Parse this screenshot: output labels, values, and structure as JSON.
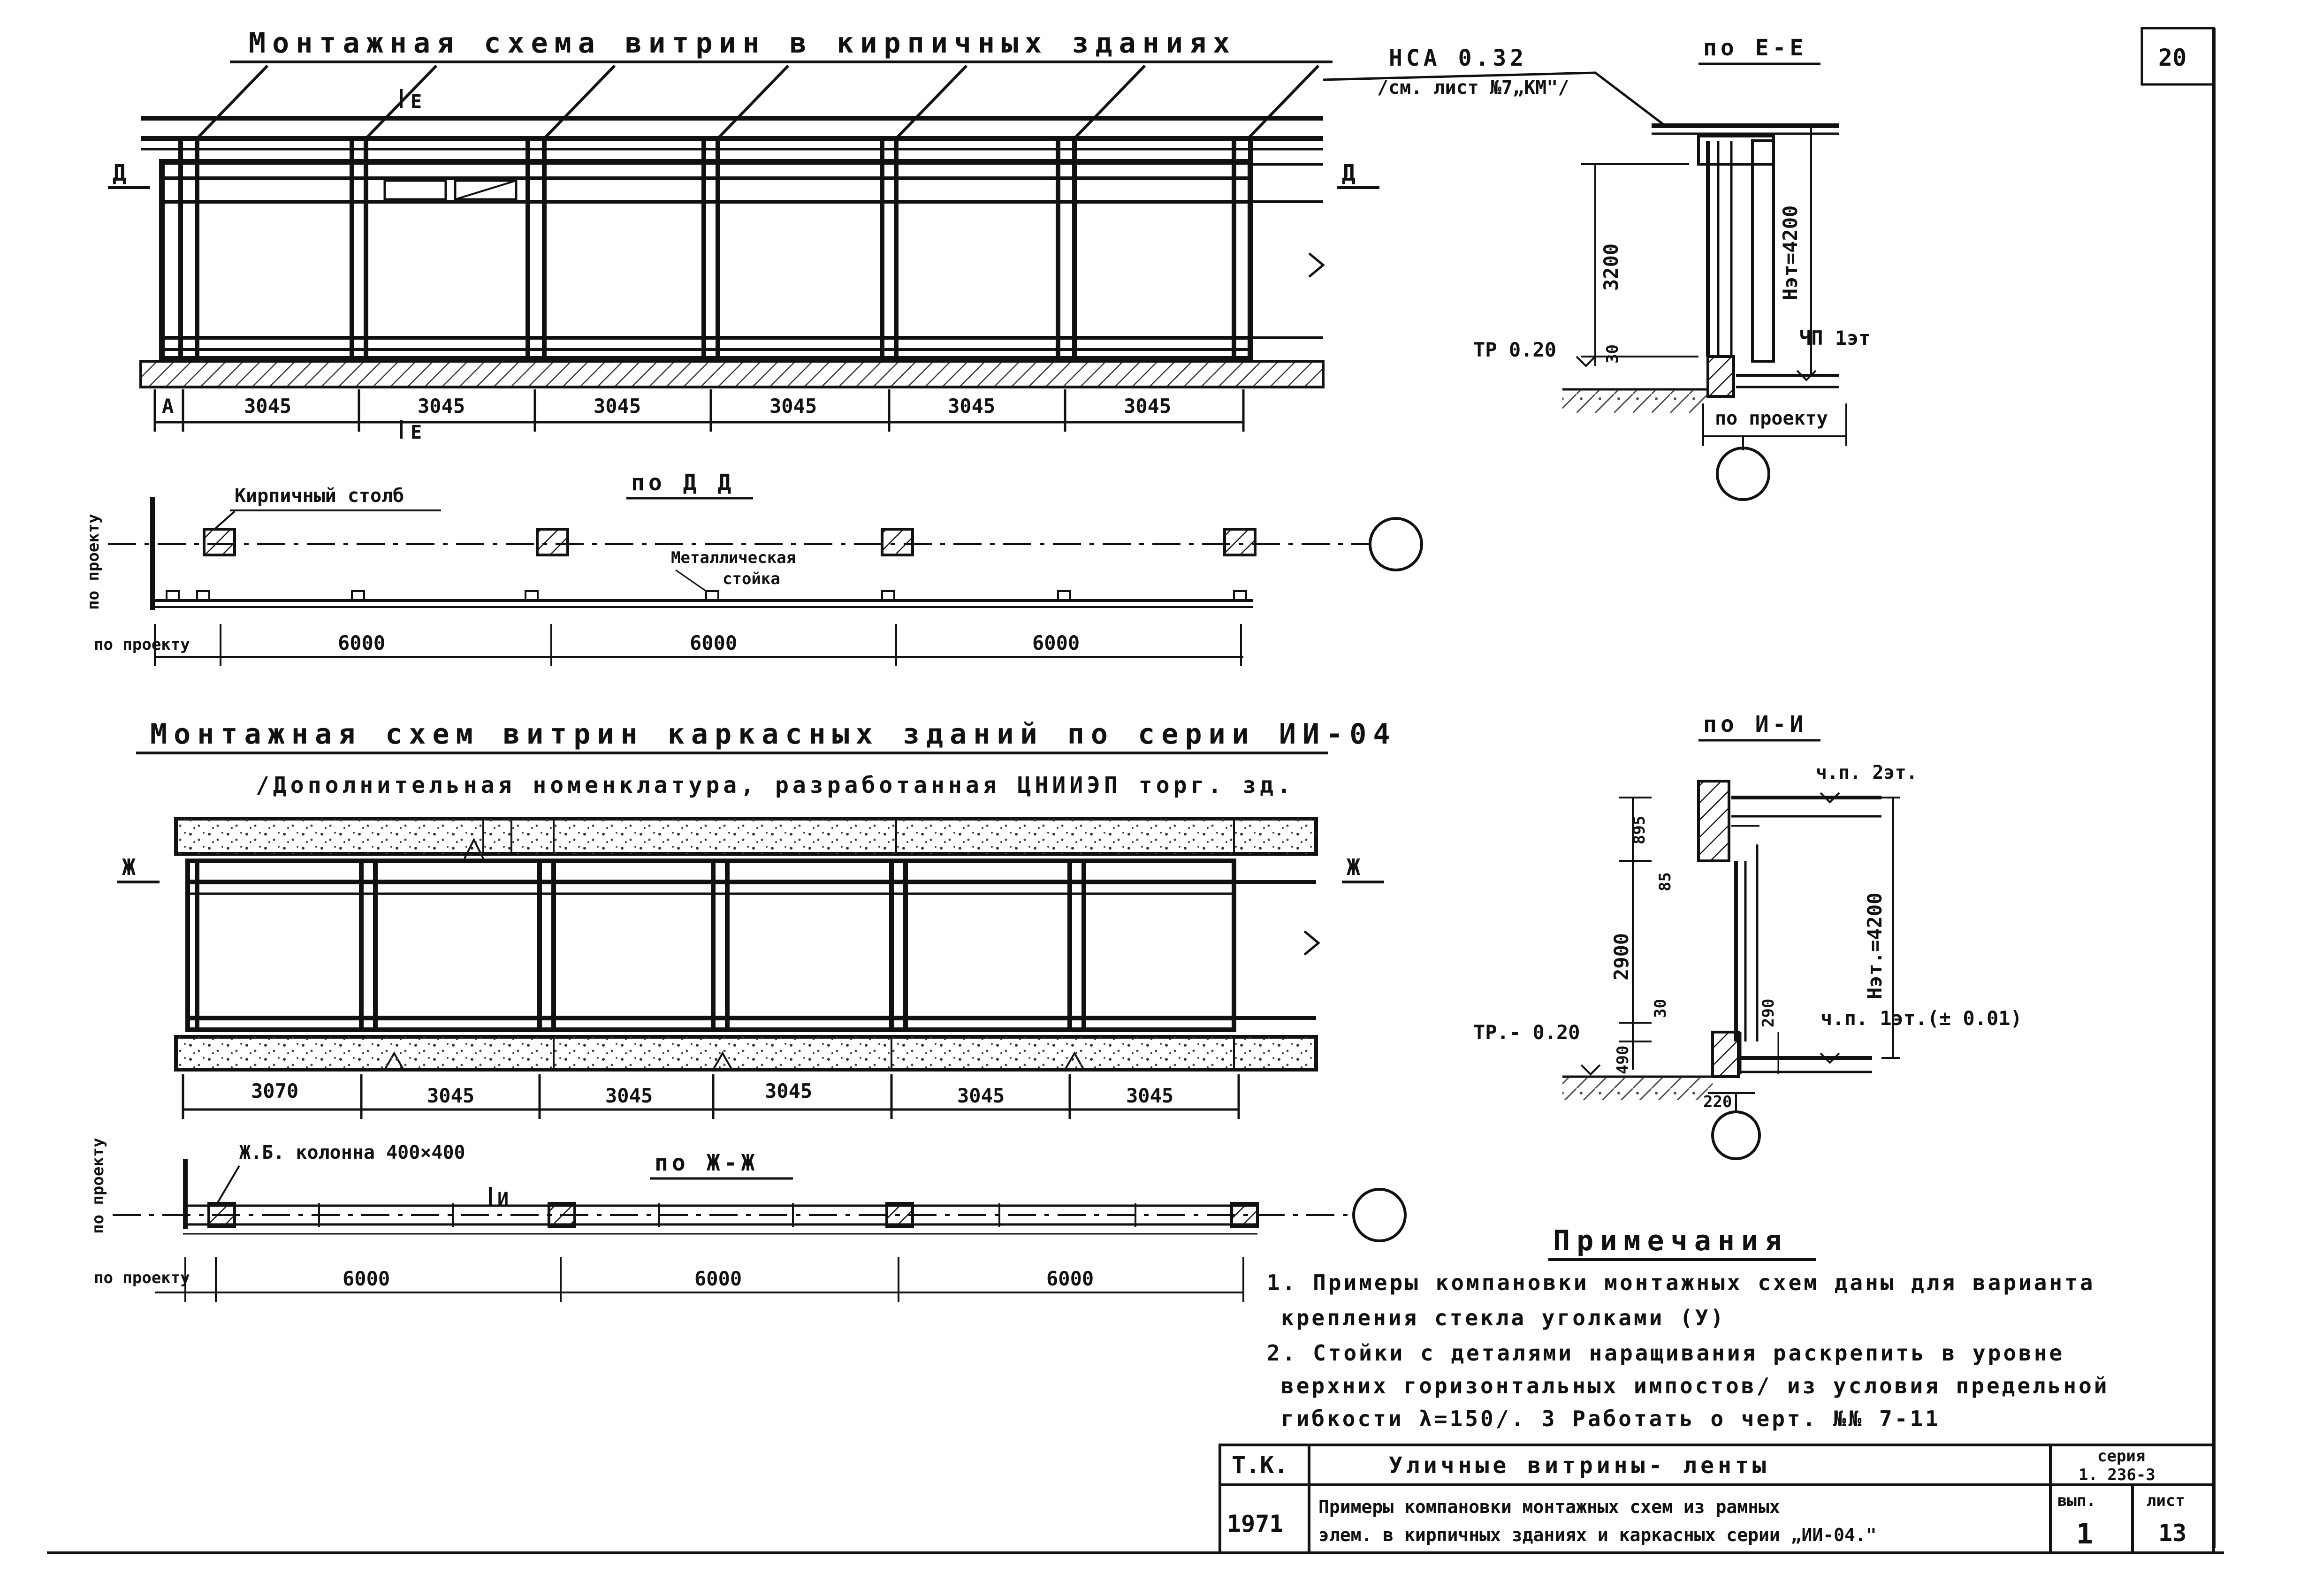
{
  "sheet": {
    "page_number": "20",
    "sheet_number": "13"
  },
  "top": {
    "title": "Монтажная схема витрин в кирпичных зданиях",
    "reference": "НСА 0.32",
    "reference_note": "/см. лист №7„КМ\"/",
    "section_marks": [
      "Д",
      "Д",
      "Е",
      "Е"
    ],
    "bay_first": "А",
    "bays": [
      "3045",
      "3045",
      "3045",
      "3045",
      "3045",
      "3045"
    ]
  },
  "plan_d": {
    "title": "по Д Д",
    "brick_pillar": "Кирпичный столб",
    "metal_post_1": "Металлическая",
    "metal_post_2": "стойка",
    "by_project_v": "по проекту",
    "by_project_h": "по проекту",
    "spans": [
      "6000",
      "6000",
      "6000"
    ]
  },
  "section_e": {
    "title": "по Е-Е",
    "height_window": "3200",
    "height_floor": "Нэт=4200",
    "gap": "30",
    "level_ground": "ТР 0.20",
    "level_floor": "ЧП 1эт",
    "by_project": "по проекту"
  },
  "middle": {
    "title": "Монтажная схем витрин каркасных зданий по серии ИИ-04",
    "subtitle": "/Дополнительная номенклатура, разработанная ЦНИИЭП торг. зд.",
    "section_marks": [
      "Ж",
      "Ж",
      "И"
    ],
    "bays": [
      "3070",
      "3045",
      "3045",
      "3045",
      "3045",
      "3045"
    ]
  },
  "plan_zh": {
    "title": "по Ж-Ж",
    "column": "Ж.Б. колонна 400×400",
    "by_project_v": "по проекту",
    "by_project_h": "по проекту",
    "spans": [
      "6000",
      "6000",
      "6000"
    ]
  },
  "section_i": {
    "title": "по И-И",
    "level_second": "ч.п. 2эт.",
    "level_first": "ч.п. 1эт.(± 0.01)",
    "level_ground": "ТР.- 0.20",
    "height_floor": "Нэт.=4200",
    "dim_top": "895",
    "dim_85": "85",
    "dim_window": "2900",
    "dim_30": "30",
    "dim_490": "490",
    "dim_290": "290",
    "dim_220": "220"
  },
  "notes": {
    "heading": "Примечания",
    "lines": [
      "1. Примеры компановки монтажных схем даны для варианта",
      "крепления стекла уголками (У)",
      "2. Стойки с деталями наращивания раскрепить в уровне",
      "верхних горизонтальных импостов/ из условия предельной",
      "гибкости λ=150/. 3 Работать о черт. №№ 7-11"
    ]
  },
  "titleblock": {
    "org": "Т.К.",
    "year": "1971",
    "title": "Уличные витрины- ленты",
    "description_1": "Примеры компановки монтажных схем из рамных",
    "description_2": "элем. в кирпичных зданиях и каркасных серии „ИИ-04.\"",
    "series_label": "серия",
    "series_value": "1. 236-3",
    "issue_label": "вып.",
    "issue_value": "1",
    "sheet_label": "лист"
  }
}
